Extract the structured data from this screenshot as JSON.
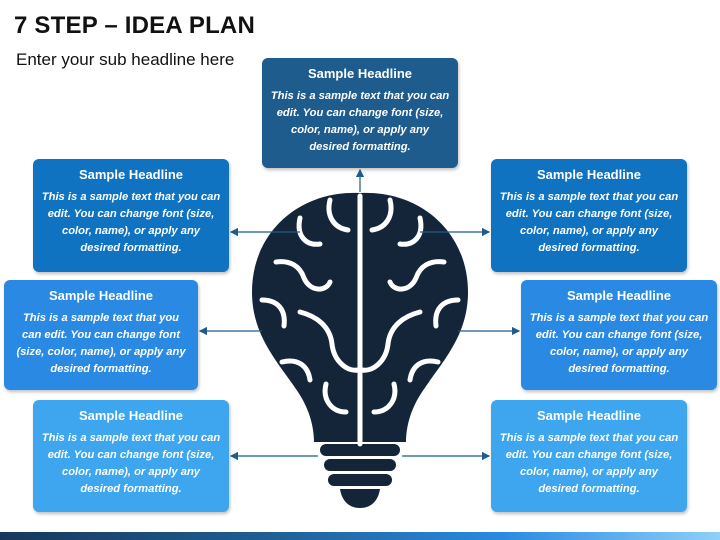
{
  "title": "7 STEP – IDEA PLAN",
  "subtitle": "Enter your sub headline here",
  "steps": [
    {
      "headline": "Sample Headline",
      "body": "This is a sample text that you can edit. You can change font (size, color, name), or apply any desired formatting."
    },
    {
      "headline": "Sample Headline",
      "body": "This is a sample text that you can edit. You can change font (size, color, name), or apply any desired formatting."
    },
    {
      "headline": "Sample Headline",
      "body": "This is a sample text that you can edit. You can change font (size, color, name), or apply any desired formatting."
    },
    {
      "headline": "Sample Headline",
      "body": "This is a sample text that you can edit. You can change font (size, color, name), or apply any desired formatting."
    },
    {
      "headline": "Sample Headline",
      "body": "This is a sample text that you can edit. You can change font (size, color, name), or apply any desired formatting."
    },
    {
      "headline": "Sample Headline",
      "body": "This is a sample text that you can edit. You can change font (size, color, name), or apply any desired formatting."
    },
    {
      "headline": "Sample Headline",
      "body": "This is a sample text that you can edit. You can change font (size, color, name), or apply any desired formatting."
    }
  ],
  "colors": {
    "dark_navy": "#1f5c8e",
    "blue": "#0f73c2",
    "mid_blue": "#2a8ae3",
    "light_blue": "#3da6ee",
    "bulb": "#14253a"
  },
  "icons": {
    "center": "brain-lightbulb-icon"
  }
}
